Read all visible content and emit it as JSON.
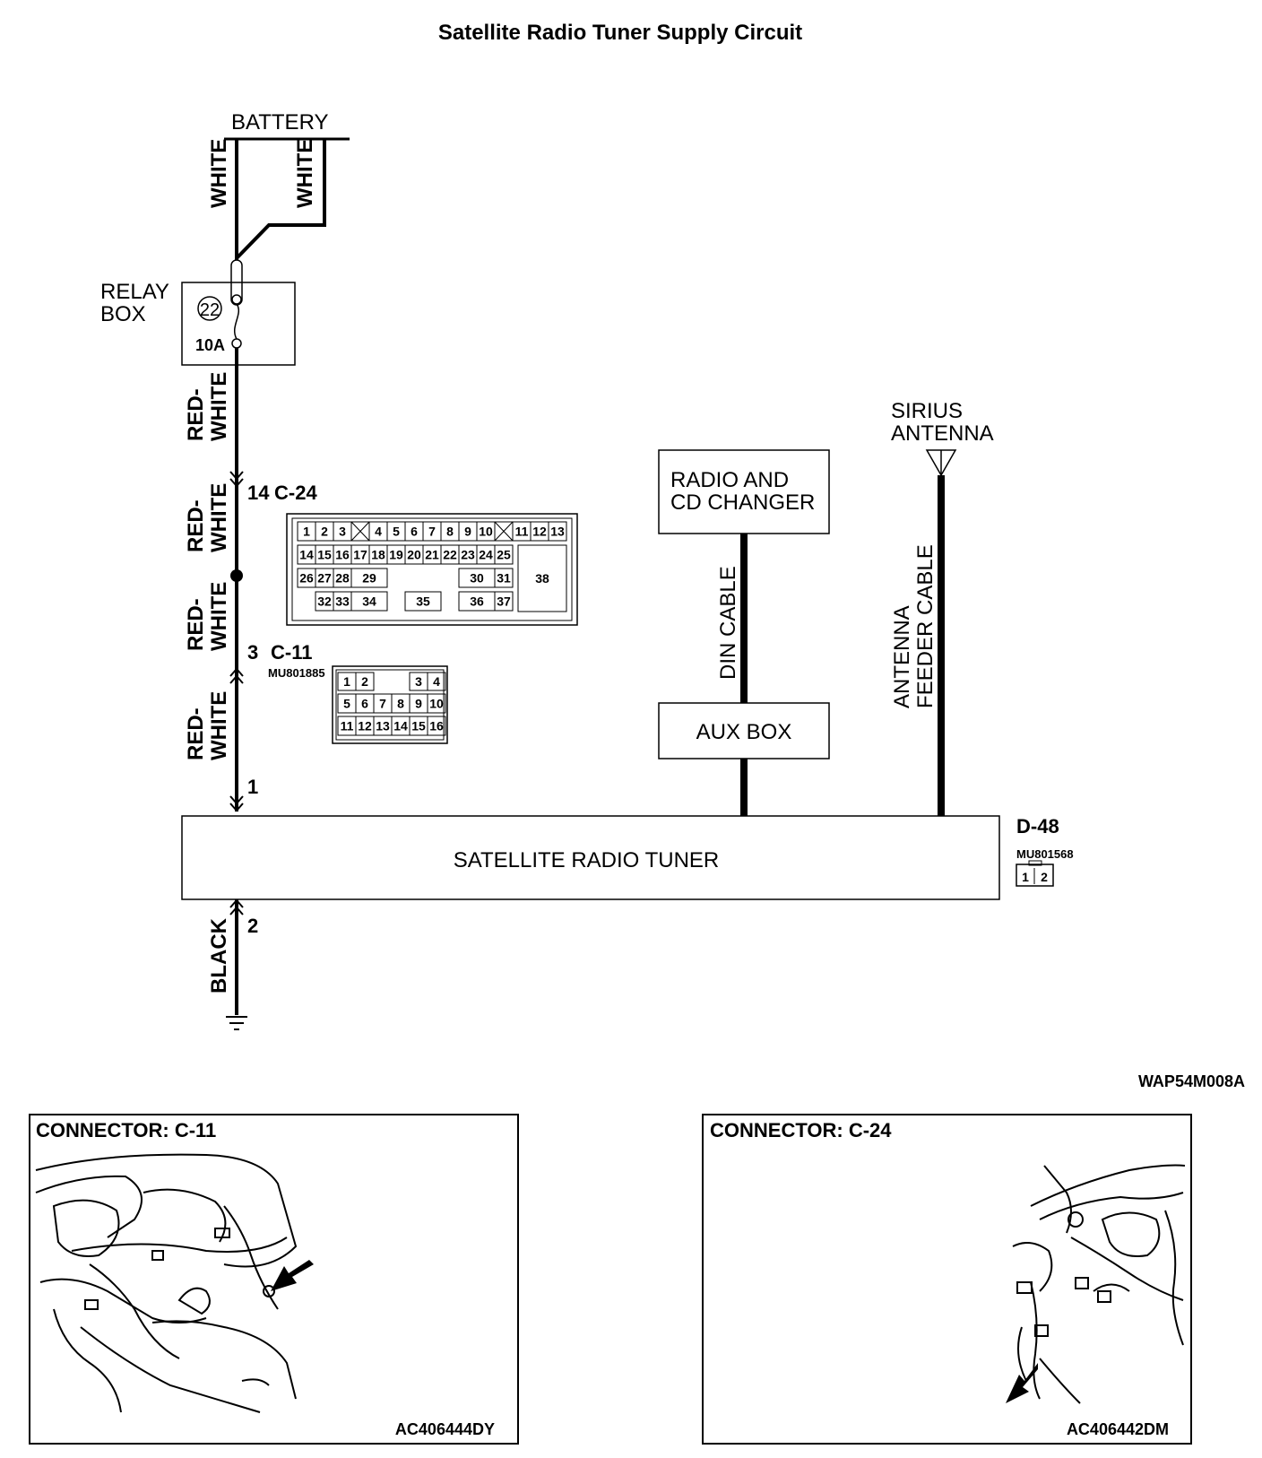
{
  "title": "Satellite Radio Tuner Supply Circuit",
  "battery": {
    "label": "BATTERY"
  },
  "wires": {
    "white_left": "WHITE",
    "white_right": "WHITE",
    "red_white_1": [
      "RED-",
      "WHITE"
    ],
    "red_white_2": [
      "RED-",
      "WHITE"
    ],
    "red_white_3": [
      "RED-",
      "WHITE"
    ],
    "red_white_4": [
      "RED-",
      "WHITE"
    ],
    "black": "BLACK"
  },
  "relay_box": {
    "label_line1": "RELAY",
    "label_line2": "BOX",
    "fuse_number": "22",
    "fuse_rating": "10A"
  },
  "connector_c24": {
    "pin": "14",
    "name": "C-24",
    "row1": [
      "1",
      "2",
      "3",
      "",
      "4",
      "5",
      "6",
      "7",
      "8",
      "9",
      "10",
      "",
      "11",
      "12",
      "13"
    ],
    "row2": [
      "14",
      "15",
      "16",
      "17",
      "18",
      "19",
      "20",
      "21",
      "22",
      "23",
      "24",
      "25"
    ],
    "row3": [
      "26",
      "27",
      "28",
      "29",
      "30",
      "31"
    ],
    "row4": [
      "32",
      "33",
      "34",
      "35",
      "36",
      "37"
    ],
    "big": "38"
  },
  "connector_c11": {
    "pin": "3",
    "name": "C-11",
    "part": "MU801885",
    "row1": [
      "1",
      "2",
      "3",
      "4"
    ],
    "row2": [
      "5",
      "6",
      "7",
      "8",
      "9",
      "10"
    ],
    "row3": [
      "11",
      "12",
      "13",
      "14",
      "15",
      "16"
    ]
  },
  "tuner": {
    "label": "SATELLITE RADIO TUNER",
    "pin_top": "1",
    "pin_bottom": "2"
  },
  "connector_d48": {
    "name": "D-48",
    "part": "MU801568",
    "pins": [
      "1",
      "2"
    ]
  },
  "radio": {
    "line1": "RADIO AND",
    "line2": "CD CHANGER"
  },
  "din_cable": "DIN CABLE",
  "aux_box": "AUX BOX",
  "antenna": {
    "line1": "SIRIUS",
    "line2": "ANTENNA"
  },
  "feeder_cable": {
    "line1": "ANTENNA",
    "line2": "FEEDER CABLE"
  },
  "diagram_id": "WAP54M008A",
  "panel_left": {
    "title": "CONNECTOR: C-11",
    "code": "AC406444DY"
  },
  "panel_right": {
    "title": "CONNECTOR: C-24",
    "code": "AC406442DM"
  }
}
